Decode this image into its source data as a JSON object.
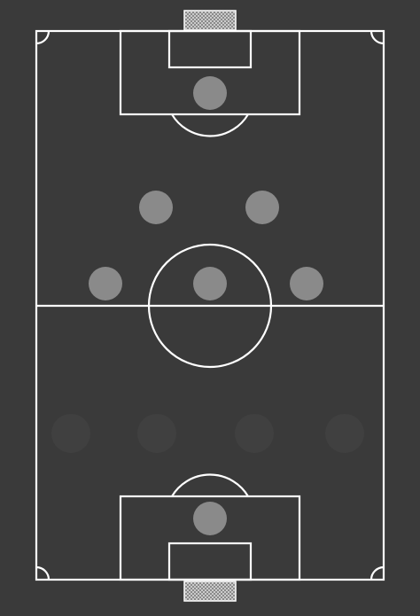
{
  "pitch": {
    "surface_color": "#3a3a3a",
    "line_color": "#ffffff",
    "goal_net_color": "#e6e6e6"
  },
  "formation": {
    "top_team": {
      "shape": "1-2-3",
      "player_color": "#8a8a8a",
      "players": [
        {
          "role": "goalkeeper"
        },
        {
          "role": "left-center"
        },
        {
          "role": "right-center"
        },
        {
          "role": "left-wide"
        },
        {
          "role": "center"
        },
        {
          "role": "right-wide"
        }
      ]
    },
    "bottom_team": {
      "shape": "1-4",
      "player_color": "#8a8a8a",
      "faded_player_color": "#404040",
      "players": [
        {
          "role": "goalkeeper",
          "faded": false
        },
        {
          "role": "left-wide",
          "faded": true
        },
        {
          "role": "left-center",
          "faded": true
        },
        {
          "role": "right-center",
          "faded": true
        },
        {
          "role": "right-wide",
          "faded": true
        }
      ]
    }
  }
}
